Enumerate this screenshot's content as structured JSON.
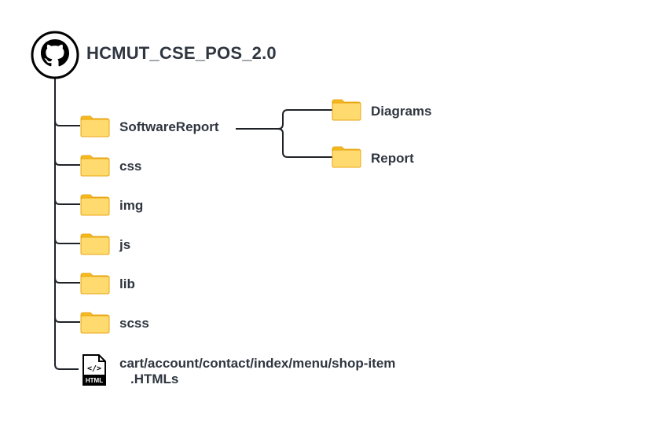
{
  "repo": {
    "name": "HCMUT_CSE_POS_2.0",
    "icon": "github-octocat-icon"
  },
  "folders": [
    {
      "name": "SoftwareReport",
      "children": [
        "Diagrams",
        "Report"
      ]
    },
    {
      "name": "css"
    },
    {
      "name": "img"
    },
    {
      "name": "js"
    },
    {
      "name": "lib"
    },
    {
      "name": "scss"
    }
  ],
  "subfolders": [
    {
      "name": "Diagrams"
    },
    {
      "name": "Report"
    }
  ],
  "html_file": {
    "line1": "cart/account/contact/index/menu/shop-item",
    "line2": ".HTMLs",
    "icon": "html-file-icon",
    "icon_tag": "</>",
    "icon_text": "HTML"
  },
  "colors": {
    "folder_body": "#FFDA6E",
    "folder_tab": "#F6B91E",
    "folder_outline": "#E8A614",
    "line": "#1f2328",
    "text": "#2f3640"
  }
}
